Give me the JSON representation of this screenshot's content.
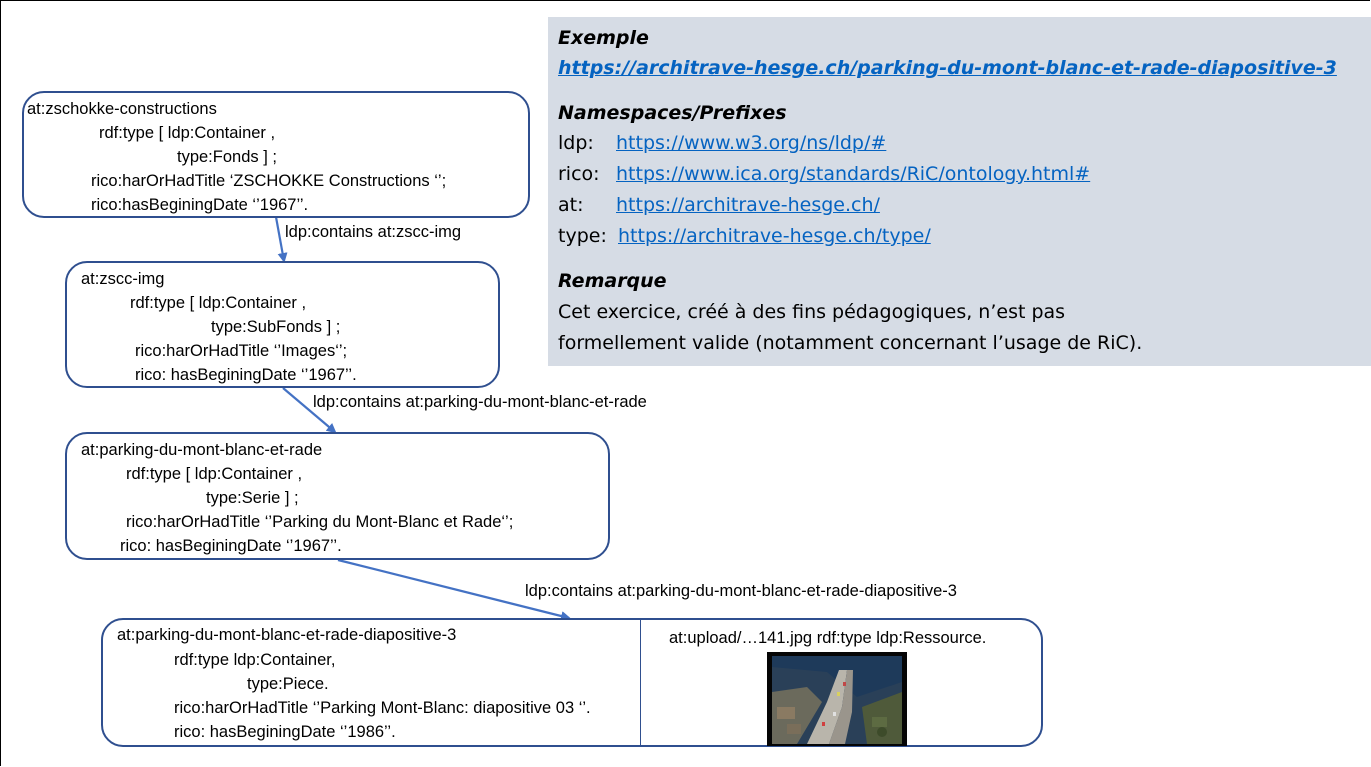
{
  "info": {
    "exemple_heading": "Exemple",
    "exemple_link": "https://architrave-hesge.ch/parking-du-mont-blanc-et-rade-diapositive-3",
    "namespaces_heading": "Namespaces/Prefixes",
    "prefixes": [
      {
        "prefix": "ldp:",
        "url": "https://www.w3.org/ns/ldp/#"
      },
      {
        "prefix": "rico:",
        "url": "https://www.ica.org/standards/RiC/ontology.html#"
      },
      {
        "prefix": "at:",
        "url": "https://architrave-hesge.ch/"
      },
      {
        "prefix": "type:",
        "url": "https://architrave-hesge.ch/type/"
      }
    ],
    "remarque_heading": "Remarque",
    "remarque_lines": [
      "Cet exercice, créé à des fins pédagogiques, n’est pas",
      "formellement valide (notamment concernant l’usage de RiC)."
    ]
  },
  "nodes": [
    {
      "lines": [
        "at:zschokke-constructions",
        "rdf:type [ ldp:Container ,",
        "type:Fonds ] ;",
        "rico:harOrHadTitle ‘ZSCHOKKE Constructions ‘’;",
        "rico:hasBeginingDate ‘’1967’’."
      ]
    },
    {
      "lines": [
        "at:zscc-img",
        "rdf:type [ ldp:Container ,",
        "type:SubFonds ] ;",
        "rico:harOrHadTitle ‘’Images‘’;",
        "rico: hasBeginingDate ‘’1967’’."
      ]
    },
    {
      "lines": [
        "at:parking-du-mont-blanc-et-rade",
        "rdf:type [ ldp:Container ,",
        "type:Serie ] ;",
        "rico:harOrHadTitle ‘’Parking du Mont-Blanc et Rade‘’;",
        "rico: hasBeginingDate ‘’1967’’."
      ]
    },
    {
      "lines": [
        "at:parking-du-mont-blanc-et-rade-diapositive-3",
        "rdf:type ldp:Container,",
        "type:Piece.",
        "rico:harOrHadTitle ‘’Parking Mont-Blanc: diapositive 03 ‘’.",
        "rico: hasBeginingDate ‘’1986’’."
      ]
    }
  ],
  "edges": [
    {
      "label": "ldp:contains at:zscc-img"
    },
    {
      "label": "ldp:contains at:parking-du-mont-blanc-et-rade"
    },
    {
      "label": "ldp:contains at:parking-du-mont-blanc-et-rade-diapositive-3"
    }
  ],
  "resource": {
    "label": "at:upload/…141.jpg rdf:type ldp:Ressource.",
    "image": "aerial-photo-parking"
  },
  "colors": {
    "box_border": "#2f4f8f",
    "arrow": "#4472c4",
    "link": "#0563c1",
    "info_bg": "#d6dce5"
  }
}
